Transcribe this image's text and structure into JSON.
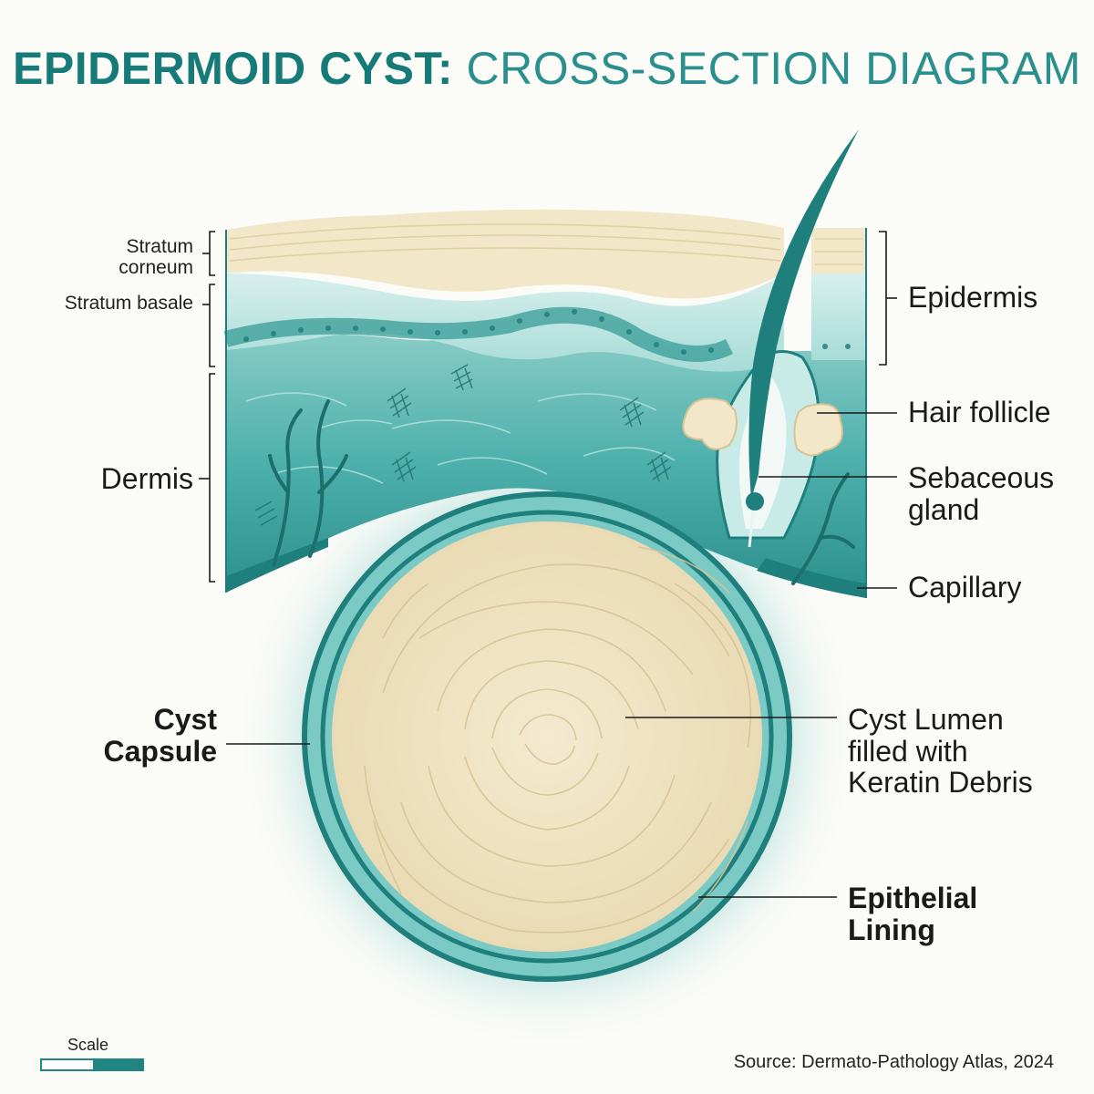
{
  "title": {
    "bold": "EPIDERMOID CYST:",
    "light": "CROSS-SECTION DIAGRAM"
  },
  "labels": {
    "stratum_corneum": [
      "Stratum",
      "corneum"
    ],
    "stratum_basale": "Stratum basale",
    "dermis": "Dermis",
    "epidermis": "Epidermis",
    "hair_follicle": "Hair follicle",
    "sebaceous_gland": [
      "Sebaceous",
      "gland"
    ],
    "capillary": "Capillary",
    "cyst_capsule": [
      "Cyst",
      "Capsule"
    ],
    "cyst_lumen": [
      "Cyst Lumen",
      "filled with",
      "Keratin Debris"
    ],
    "epithelial_lining": [
      "Epithelial",
      "Lining"
    ]
  },
  "scale": {
    "label": "Scale"
  },
  "source": "Source: Dermato-Pathology Atlas, 2024",
  "colors": {
    "teal_dark": "#1f7f7d",
    "teal_mid": "#3da5a2",
    "teal_light": "#a9dcd8",
    "cream": "#f3e7c9",
    "keratin": "#efe3c2"
  }
}
